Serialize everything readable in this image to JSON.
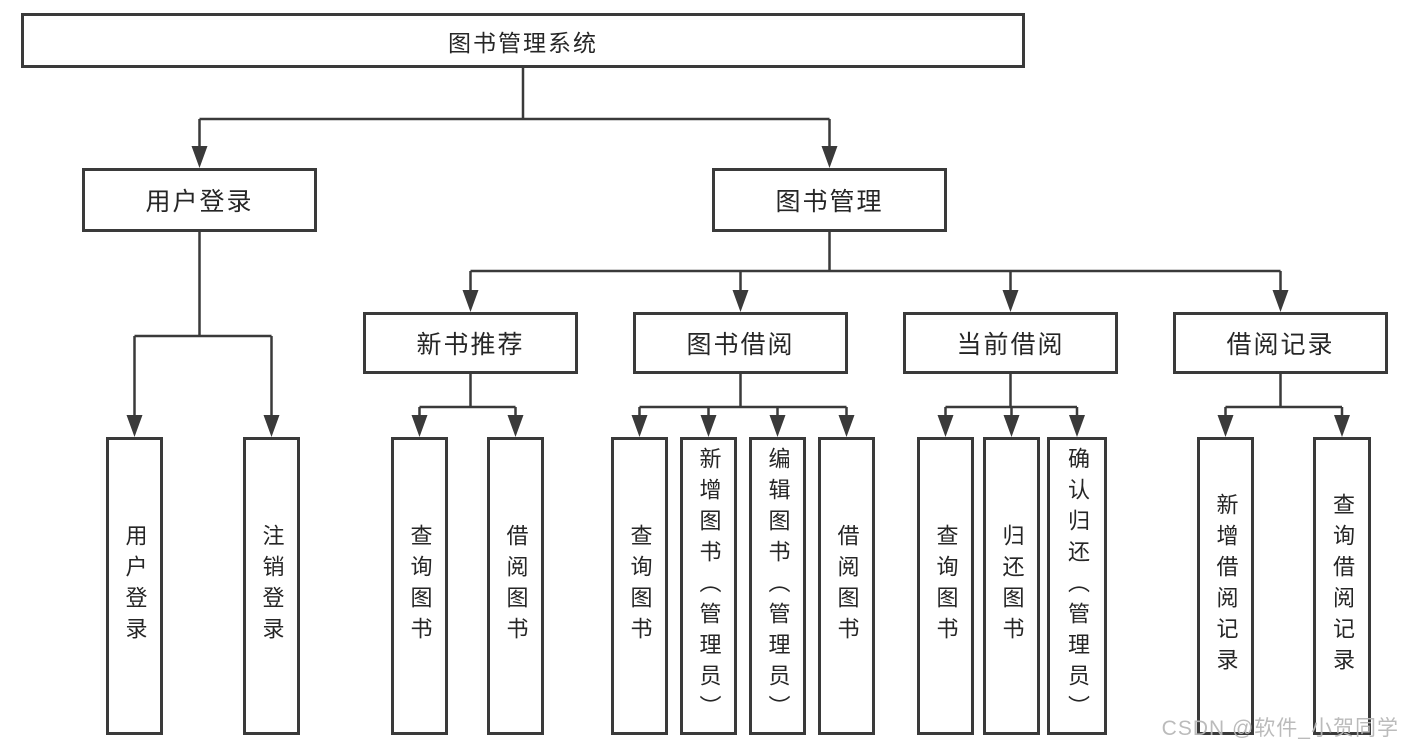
{
  "colors": {
    "line": "#3a3a3a",
    "text": "#262626",
    "background": "#ffffff",
    "watermark": "#b8b8b8"
  },
  "watermark": {
    "text": "CSDN @软件_小贺同学"
  },
  "tree": {
    "root": {
      "label": "图书管理系统"
    },
    "branches": [
      {
        "label": "用户登录",
        "children": [
          {
            "label": "用户登录"
          },
          {
            "label": "注销登录"
          }
        ]
      },
      {
        "label": "图书管理",
        "children": [
          {
            "label": "新书推荐",
            "children": [
              {
                "label": "查询图书"
              },
              {
                "label": "借阅图书"
              }
            ]
          },
          {
            "label": "图书借阅",
            "children": [
              {
                "label": "查询图书"
              },
              {
                "label": "新增图书（管理员）"
              },
              {
                "label": "编辑图书（管理员）"
              },
              {
                "label": "借阅图书"
              }
            ]
          },
          {
            "label": "当前借阅",
            "children": [
              {
                "label": "查询图书"
              },
              {
                "label": "归还图书"
              },
              {
                "label": "确认归还（管理员）"
              }
            ]
          },
          {
            "label": "借阅记录",
            "children": [
              {
                "label": "新增借阅记录"
              },
              {
                "label": "查询借阅记录"
              }
            ]
          }
        ]
      }
    ]
  }
}
